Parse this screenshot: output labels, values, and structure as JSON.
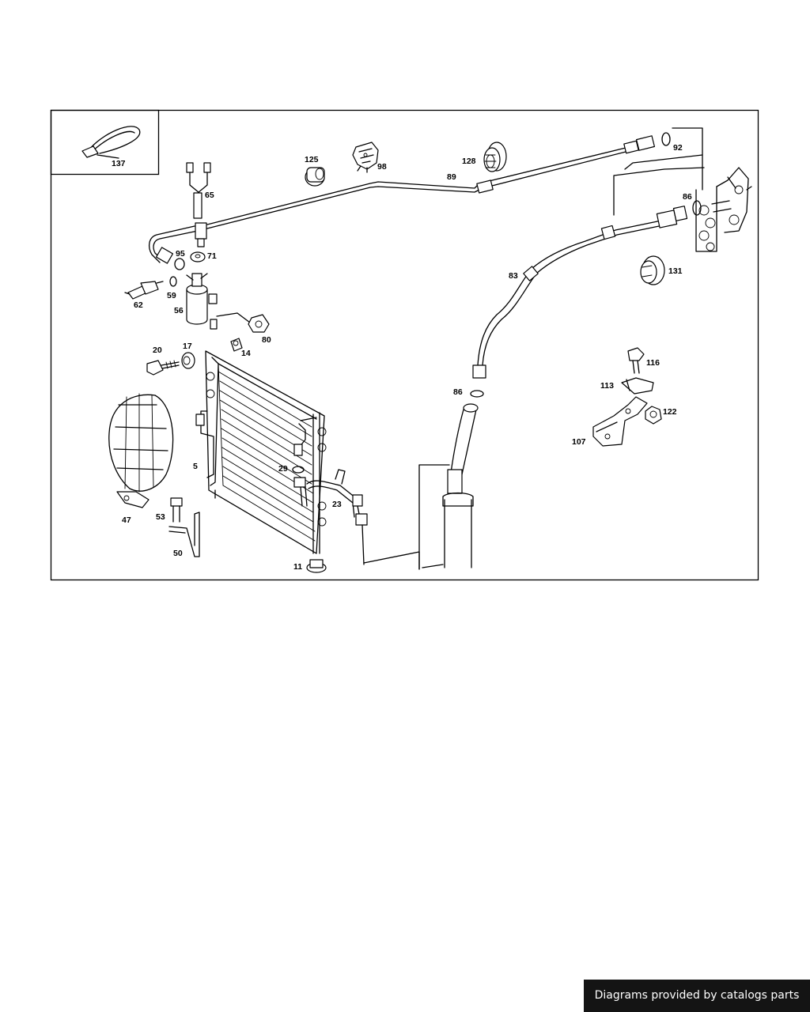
{
  "credit_text": "Diagrams provided by catalogs parts",
  "callouts": {
    "c137": "137",
    "c65": "65",
    "c125": "125",
    "c98": "98",
    "c89": "89",
    "c128": "128",
    "c92": "92",
    "c86a": "86",
    "c95": "95",
    "c71": "71",
    "c59": "59",
    "c62": "62",
    "c56": "56",
    "c83": "83",
    "c131": "131",
    "c80": "80",
    "c14": "14",
    "c20": "20",
    "c17": "17",
    "c116": "116",
    "c113": "113",
    "c86b": "86",
    "c122": "122",
    "c107": "107",
    "c5": "5",
    "c29": "29",
    "c23": "23",
    "c47": "47",
    "c53": "53",
    "c50": "50",
    "c11": "11"
  }
}
